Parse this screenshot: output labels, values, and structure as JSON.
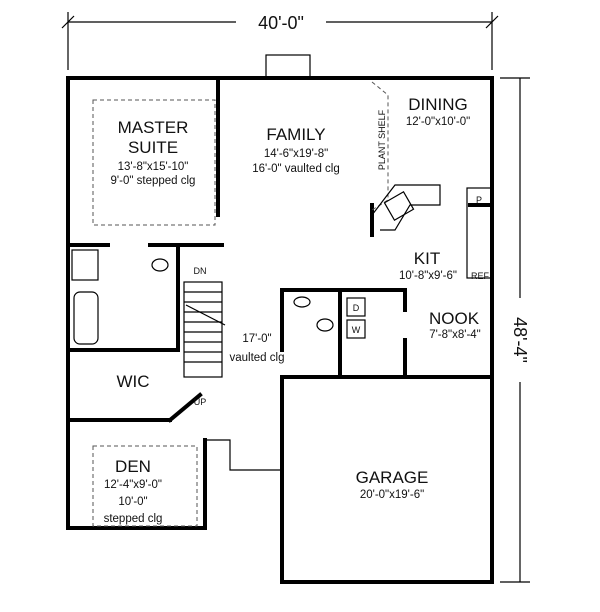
{
  "dimensions": {
    "width": "40'-0\"",
    "depth": "48'-4\""
  },
  "rooms": {
    "master": {
      "name1": "MASTER",
      "name2": "SUITE",
      "size": "13'-8\"x15'-10\"",
      "ceiling": "9'-0\" stepped clg"
    },
    "family": {
      "name": "FAMILY",
      "size": "14'-6\"x19'-8\"",
      "ceiling": "16'-0\" vaulted clg"
    },
    "dining": {
      "name": "DINING",
      "size": "12'-0\"x10'-0\""
    },
    "plant_shelf": "PLANT SHELF",
    "kitchen": {
      "name": "KIT",
      "size": "10'-8\"x9'-6\"",
      "ref": "REF",
      "pantry": "P"
    },
    "nook": {
      "name": "NOOK",
      "size": "7'-8\"x8'-4\""
    },
    "foyer": {
      "height": "17'-0\"",
      "ceiling": "vaulted clg"
    },
    "wic": {
      "name": "WIC"
    },
    "den": {
      "name": "DEN",
      "size": "12'-4\"x9'-0\"",
      "ceiling1": "10'-0\"",
      "ceiling2": "stepped clg"
    },
    "garage": {
      "name": "GARAGE",
      "size": "20'-0\"x19'-6\""
    },
    "laundry": {
      "dryer": "D",
      "washer": "W"
    },
    "stairs": {
      "down": "DN",
      "up": "UP"
    }
  }
}
